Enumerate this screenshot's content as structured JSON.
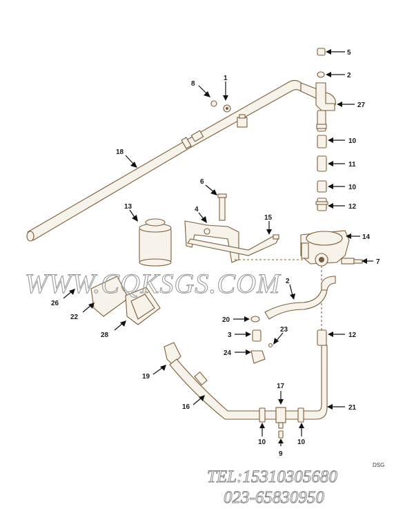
{
  "diagram": {
    "part_labels": [
      {
        "num": "5"
      },
      {
        "num": "2"
      },
      {
        "num": "27"
      },
      {
        "num": "10"
      },
      {
        "num": "11"
      },
      {
        "num": "10"
      },
      {
        "num": "12"
      },
      {
        "num": "14"
      },
      {
        "num": "7"
      },
      {
        "num": "8"
      },
      {
        "num": "1"
      },
      {
        "num": "18"
      },
      {
        "num": "6"
      },
      {
        "num": "4"
      },
      {
        "num": "13"
      },
      {
        "num": "15"
      },
      {
        "num": "26"
      },
      {
        "num": "22"
      },
      {
        "num": "28"
      },
      {
        "num": "20"
      },
      {
        "num": "23"
      },
      {
        "num": "3"
      },
      {
        "num": "24"
      },
      {
        "num": "12"
      },
      {
        "num": "19"
      },
      {
        "num": "16"
      },
      {
        "num": "17"
      },
      {
        "num": "21"
      },
      {
        "num": "10"
      },
      {
        "num": "10"
      },
      {
        "num": "9"
      },
      {
        "num": "2"
      }
    ]
  },
  "watermark": {
    "site": "WWW.CQKSGS.COM",
    "tel_line": "TEL:15310305680",
    "phone_line": "023-65830950",
    "corner_mark": "DSG"
  }
}
